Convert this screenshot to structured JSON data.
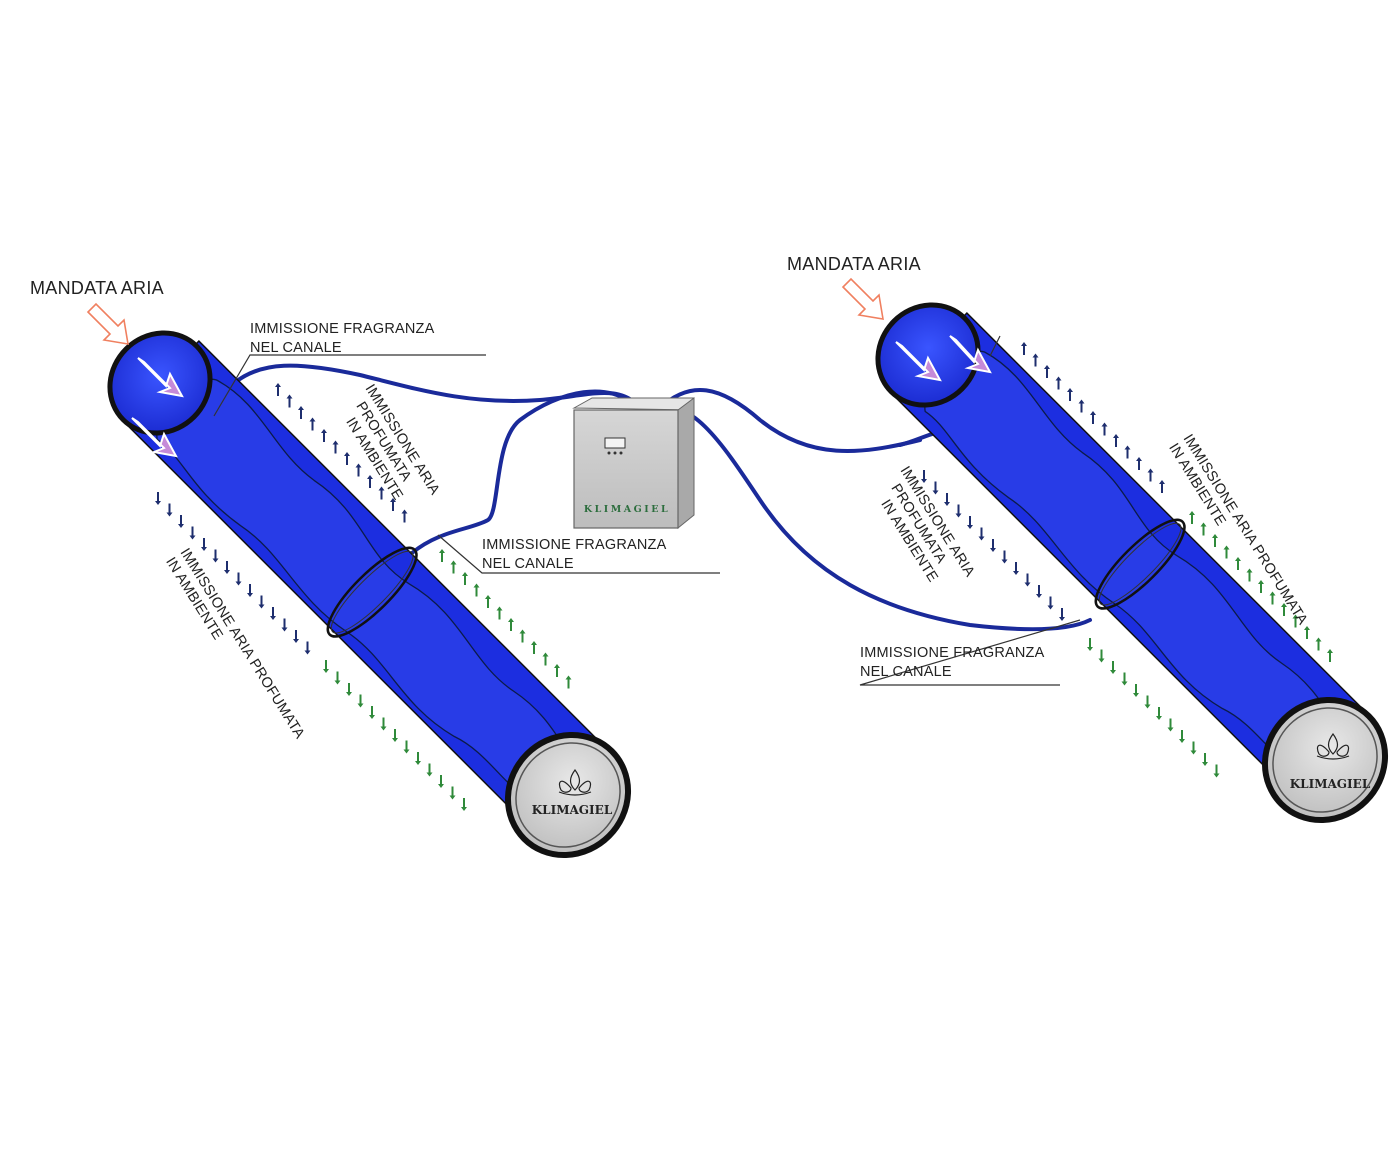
{
  "labels": {
    "mandata_aria": "MANDATA ARIA",
    "immissione_fragranza_l1": "IMMISSIONE FRAGRANZA",
    "immissione_fragranza_l2": "NEL CANALE",
    "immissione_aria_l1": "IMMISSIONE ARIA",
    "immissione_aria_l2": "PROFUMATA",
    "immissione_aria_l3": "IN AMBIENTE",
    "immissione_aria_profumata_l1": "IMMISSIONE ARIA PROFUMATA",
    "immissione_aria_profumata_l2": "IN AMBIENTE"
  },
  "brand": {
    "name": "KLIMAGIEL",
    "cap_name": "KLIMAGIEL"
  },
  "colors": {
    "duct_blue": "#1f35e0",
    "duct_green": "#39ff2e",
    "pipe_blue": "#1a2a9a",
    "arrow_blue": "#1e2e6e",
    "arrow_green": "#2f8a3a",
    "inflow_arrow": "#f08060",
    "cap_grey": "#cfcfcf",
    "box_grey": "#d2d2d2"
  }
}
